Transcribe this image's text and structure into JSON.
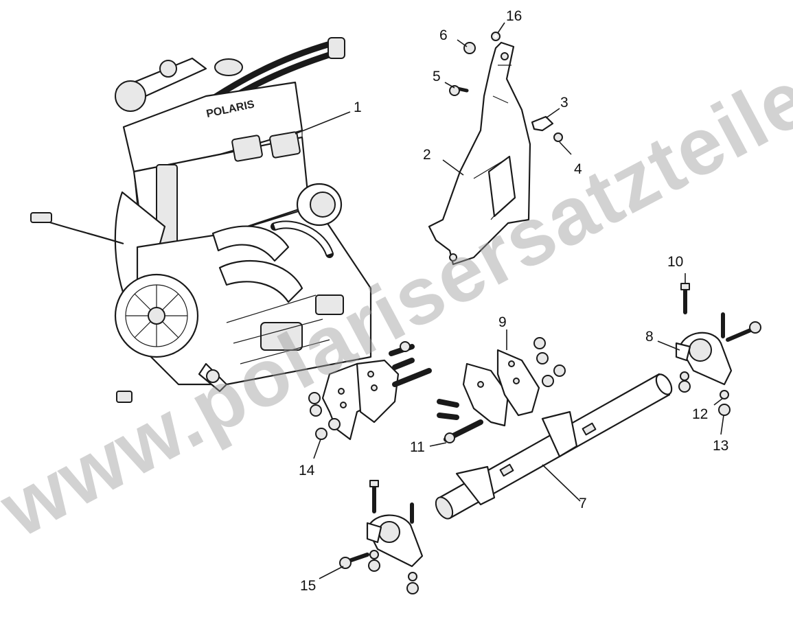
{
  "watermark": "www.polarisersatzteile.de",
  "callouts": {
    "c1": "1",
    "c2": "2",
    "c3": "3",
    "c4": "4",
    "c5": "5",
    "c6": "6",
    "c7": "7",
    "c8": "8",
    "c9": "9",
    "c10": "10",
    "c11": "11",
    "c12": "12",
    "c13": "13",
    "c14": "14",
    "c15": "15",
    "c16": "16"
  },
  "engine_brand_text": "POLARIS",
  "colors": {
    "line": "#1a1a1a",
    "watermark": "#9c9c9c",
    "background": "#ffffff"
  }
}
